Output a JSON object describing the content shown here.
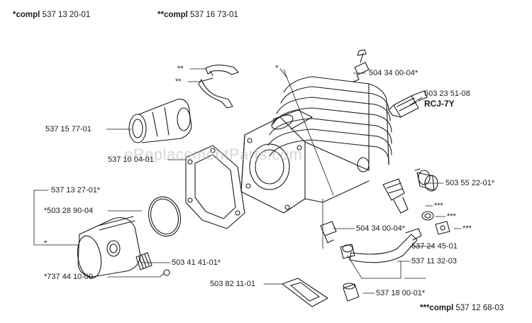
{
  "header": {
    "compl_a_prefix": "*compl",
    "compl_a_number": "537 13 20-01",
    "compl_b_prefix": "**compl",
    "compl_b_number": "537 16 73-01"
  },
  "footer": {
    "compl_c_prefix": "***compl",
    "compl_c_number": "537 12 68-03"
  },
  "watermark": "eReplacementParts.com",
  "labels": {
    "l_504_34_00_04_top": "504 34 00-04*",
    "l_503_23_51_08": "503 23 51-08",
    "l_rcj_7y": "RCJ-7Y",
    "l_537_15_77_01": "537 15 77-01",
    "l_537_10_04_01": "537 10 04-01",
    "l_503_55_22_01": "503 55 22-01*",
    "l_537_13_27_01": "537 13 27-01*",
    "l_503_28_90_04": "*503 28 90-04",
    "l_star": "*",
    "l_737_44_10_00": "*737 44 10-00",
    "l_503_41_41_01": "503 41 41-01*",
    "l_504_34_00_04_mid": "504 34 00-04*",
    "l_537_24_45_01": "537 24 45-01",
    "l_537_11_32_03": "537 11 32-03",
    "l_503_82_11_01": "503 82 11-01",
    "l_537_18_00_01": "537 18 00-01*",
    "l_dstar_a": "**",
    "l_dstar_b": "**",
    "l_star_top": "*",
    "l_tstar_a": "***",
    "l_tstar_b": "***",
    "l_tstar_c": "***"
  },
  "colors": {
    "line": "#1a1a1a",
    "paper": "#ffffff",
    "watermark": "#b8b8b8"
  }
}
